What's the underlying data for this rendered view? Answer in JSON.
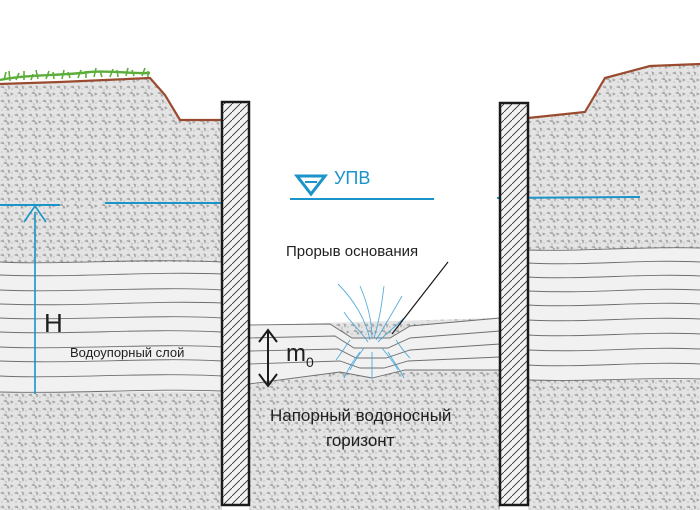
{
  "labels": {
    "water_level": "УПВ",
    "breakthrough": "Прорыв основания",
    "head": "H",
    "aquiclude": "Водоупорный слой",
    "thickness_main": "m",
    "thickness_sub": "0",
    "aquifer_line1": "Напорный водоносный",
    "aquifer_line2": "горизонт"
  },
  "colors": {
    "water": "#1a94c9",
    "ground_surface": "#9a4b2f",
    "grass": "#5cae3a",
    "sheet_pile_fill": "#f2f2f2",
    "sheet_pile_stroke": "#1a1a1a",
    "soil_speckle": "#9c9c9c",
    "clay_lines": "#6f6f6f",
    "text": "#1f1f1f"
  }
}
